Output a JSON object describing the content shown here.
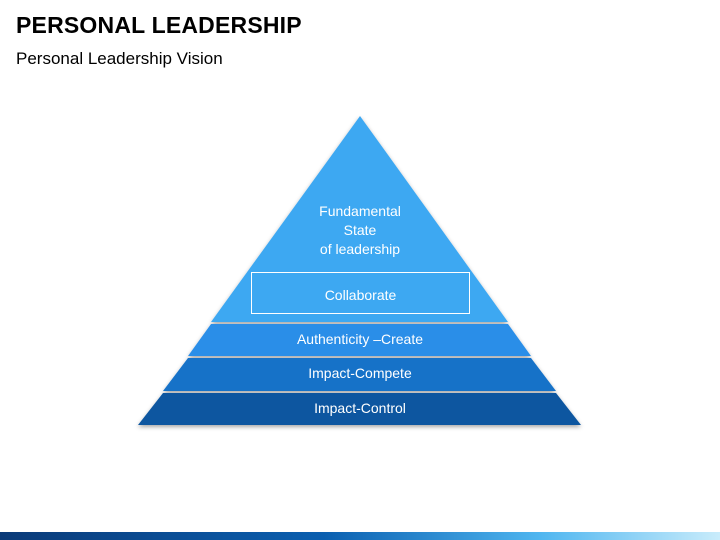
{
  "slide": {
    "title": "PERSONAL LEADERSHIP",
    "subtitle": "Personal Leadership Vision"
  },
  "pyramid": {
    "apex": {
      "lines": [
        "Fundamental",
        "State",
        "of leadership"
      ],
      "color": "#3ea8f2"
    },
    "collaborate": {
      "label": "Collaborate"
    },
    "levels": [
      {
        "label": "Authenticity –Create",
        "color": "#2a8ee8"
      },
      {
        "label": "Impact-Compete",
        "color": "#1672c8"
      },
      {
        "label": "Impact-Control",
        "color": "#0c57a0"
      }
    ]
  },
  "colors": {
    "footer_start": "#0a3a78",
    "footer_end": "#c9ecfb"
  }
}
